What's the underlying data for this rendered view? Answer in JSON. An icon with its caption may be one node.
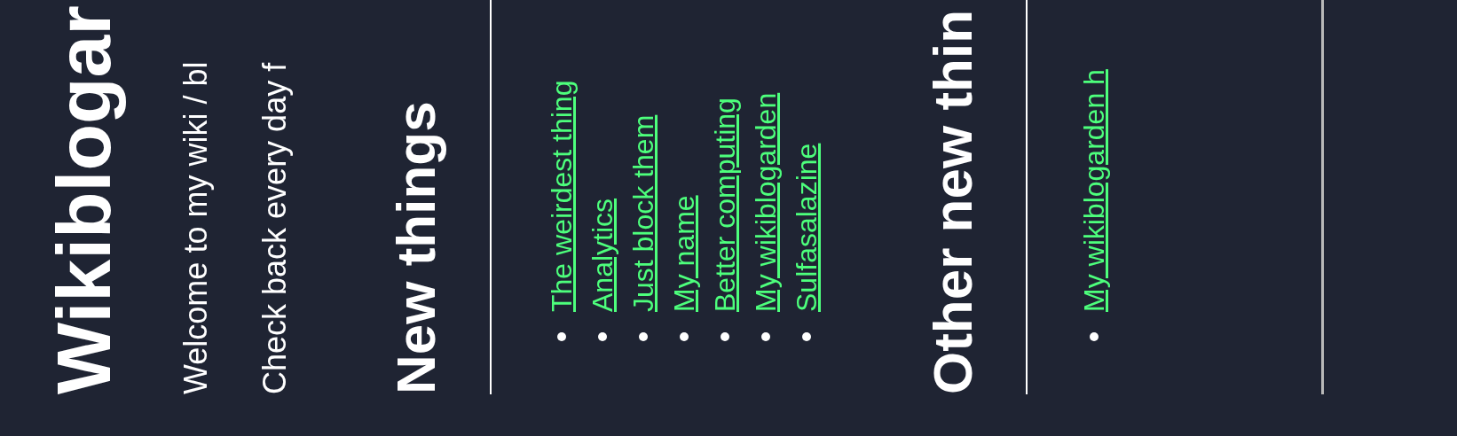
{
  "diagram": {
    "title": "Wikiblogar",
    "labels": [
      "Welcome to my wiki / bl",
      "Check back every day f",
      "New things",
      "The weirdest thing",
      "Analytics",
      "Just block them",
      "My name",
      "Better computing",
      "My wikiblogarden",
      "Sulfasalazine",
      "Other new thin",
      "My wikiblogarden h"
    ]
  }
}
